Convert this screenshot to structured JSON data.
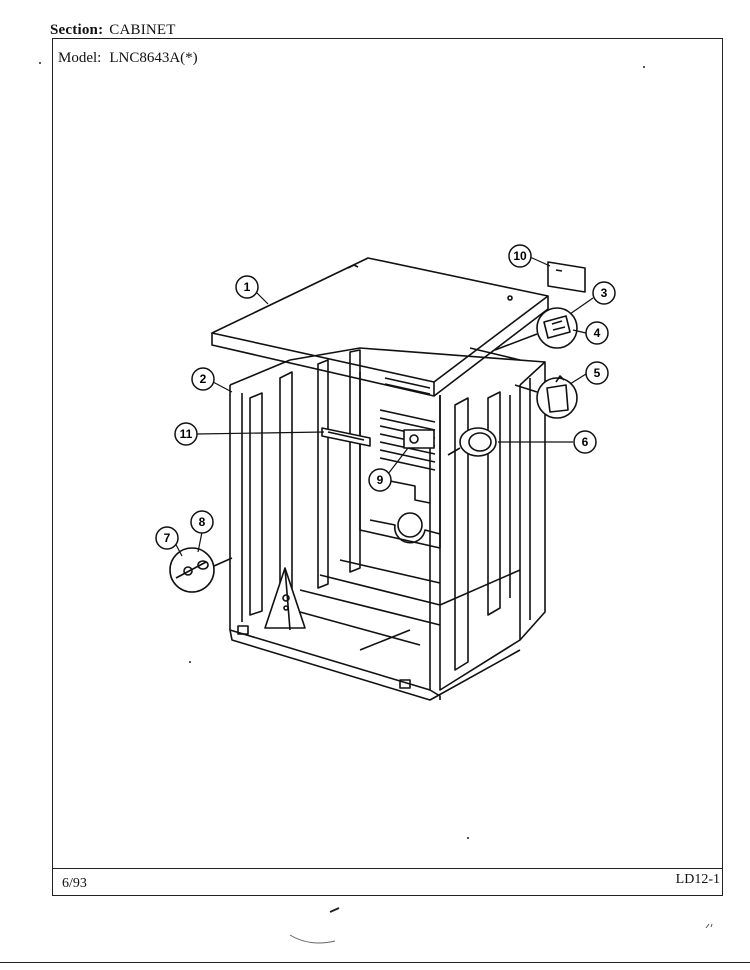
{
  "header": {
    "section_label": "Section:",
    "section_value": "CABINET"
  },
  "model": {
    "label": "Model:",
    "value": "LNC8643A(*)"
  },
  "footer": {
    "date": "6/93",
    "page_code": "LD12-1"
  },
  "callouts": [
    "1",
    "2",
    "3",
    "4",
    "5",
    "6",
    "7",
    "8",
    "9",
    "10",
    "11"
  ]
}
